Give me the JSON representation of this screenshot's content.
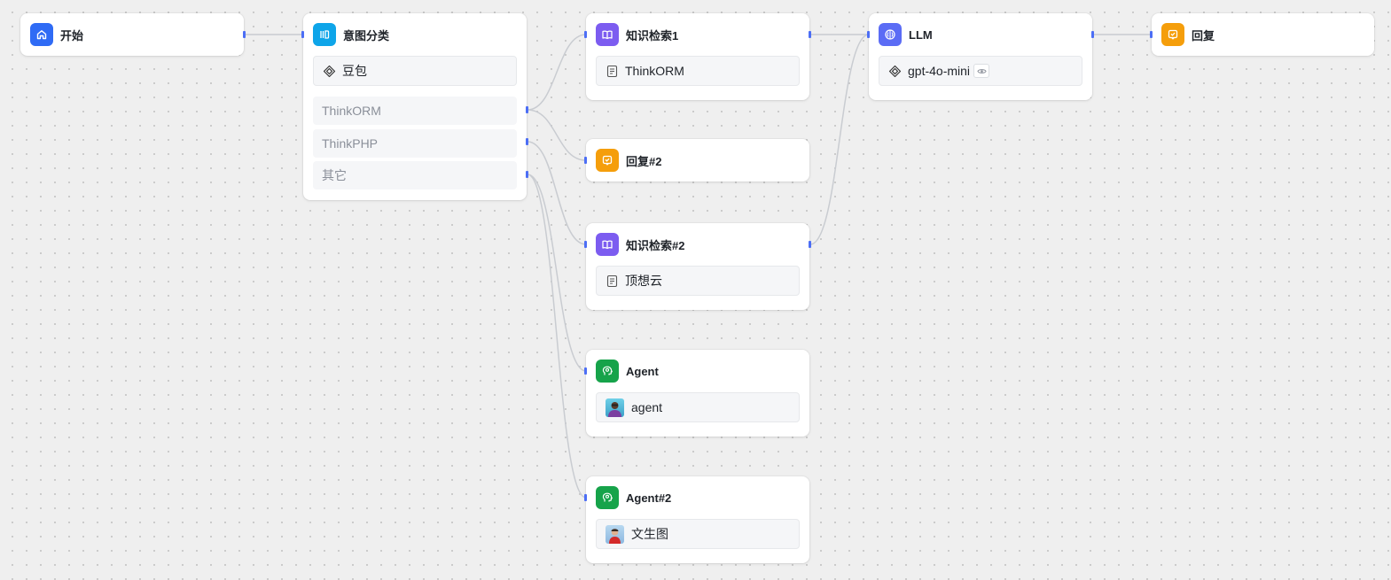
{
  "nodes": {
    "start": {
      "title": "开始",
      "icon": "home-icon",
      "color": "#2f6bf5"
    },
    "intent": {
      "title": "意图分类",
      "icon": "classify-icon",
      "color": "#0ea5e9",
      "model": "豆包",
      "model_icon": "model-icon",
      "classes": [
        "ThinkORM",
        "ThinkPHP",
        "其它"
      ]
    },
    "kb1": {
      "title": "知识检索1",
      "icon": "book-icon",
      "color": "#7c5cf0",
      "dataset": "ThinkORM",
      "dataset_icon": "document-icon"
    },
    "reply2": {
      "title": "回复#2",
      "icon": "reply-icon",
      "color": "#f59e0b"
    },
    "kb2": {
      "title": "知识检索#2",
      "icon": "book-icon",
      "color": "#7c5cf0",
      "dataset": "顶想云",
      "dataset_icon": "document-icon"
    },
    "agent1": {
      "title": "Agent",
      "icon": "agent-icon",
      "color": "#16a34a",
      "bot": "agent",
      "bot_icon": "agent-avatar"
    },
    "agent2": {
      "title": "Agent#2",
      "icon": "agent-icon",
      "color": "#16a34a",
      "bot": "文生图",
      "bot_icon": "text-to-image-avatar"
    },
    "llm": {
      "title": "LLM",
      "icon": "llm-icon",
      "color": "#5b6cf5",
      "model": "gpt-4o-mini",
      "model_icon": "model-icon",
      "vision_icon": "eye-icon"
    },
    "reply": {
      "title": "回复",
      "icon": "reply-icon",
      "color": "#f59e0b"
    }
  },
  "colors": {
    "edge": "#c9ccd1",
    "handle": "#4c6ef5",
    "canvas": "#efefef"
  }
}
